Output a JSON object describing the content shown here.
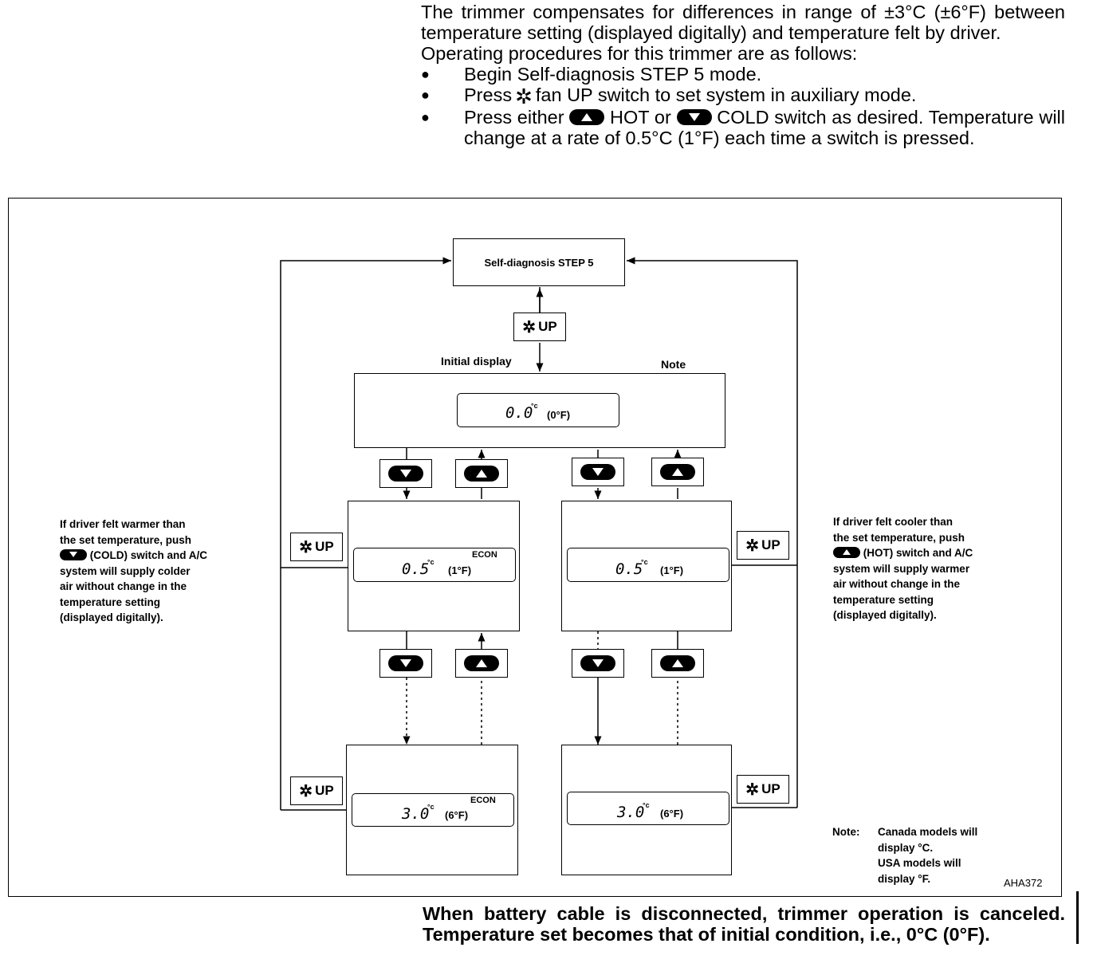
{
  "intro": {
    "para1": "The trimmer compensates for differences in range of ±3°C (±6°F) between temperature setting (displayed digitally) and temperature felt by driver.",
    "para2": "Operating procedures for this trimmer are as follows:",
    "bullet1": "Begin Self-diagnosis STEP 5 mode.",
    "bullet2_a": "Press",
    "bullet2_b": "fan UP switch to set system in auxiliary mode.",
    "bullet3_a": "Press either",
    "bullet3_b": "HOT or",
    "bullet3_c": "COLD switch as desired. Temperature will change at a rate of 0.5°C (1°F) each time a switch is pressed."
  },
  "diagram": {
    "step_box": "Self-diagnosis STEP 5",
    "fan_up_label": "UP",
    "initial_display_label": "Initial display",
    "note_label": "Note",
    "display_initial": {
      "value": "0.0",
      "unit_c": "°c",
      "unit_f": "(0°F)"
    },
    "display_cold_1": {
      "value": "0.5",
      "unit_c": "°c",
      "unit_f": "(1°F)",
      "econ": "ECON"
    },
    "display_hot_1": {
      "value": "0.5",
      "unit_c": "°c",
      "unit_f": "(1°F)"
    },
    "display_cold_2": {
      "value": "3.0",
      "unit_c": "°c",
      "unit_f": "(6°F)",
      "econ": "ECON"
    },
    "display_hot_2": {
      "value": "3.0",
      "unit_c": "°c",
      "unit_f": "(6°F)"
    },
    "left_text_1": "If driver felt warmer than",
    "left_text_2": "the set temperature, push",
    "left_text_3": "(COLD) switch and A/C",
    "left_text_4": "system will supply colder",
    "left_text_5": "air without change in the",
    "left_text_6": "temperature setting",
    "left_text_7": "(displayed digitally).",
    "right_text_1": "If driver felt cooler than",
    "right_text_2": "the set temperature, push",
    "right_text_3": "(HOT) switch and A/C",
    "right_text_4": "system will supply warmer",
    "right_text_5": "air without change in the",
    "right_text_6": "temperature setting",
    "right_text_7": "(displayed digitally).",
    "note_head": "Note:",
    "note_1": "Canada models will",
    "note_2": "display °C.",
    "note_3": "USA models will",
    "note_4": "display °F.",
    "figure_id": "AHA372"
  },
  "footer": "When battery cable is disconnected, trimmer operation is canceled. Temperature set becomes that of initial condition, i.e., 0°C (0°F).",
  "icons": {
    "fan": "fan-icon",
    "hot": "up-triangle-button-icon",
    "cold": "down-triangle-button-icon"
  }
}
